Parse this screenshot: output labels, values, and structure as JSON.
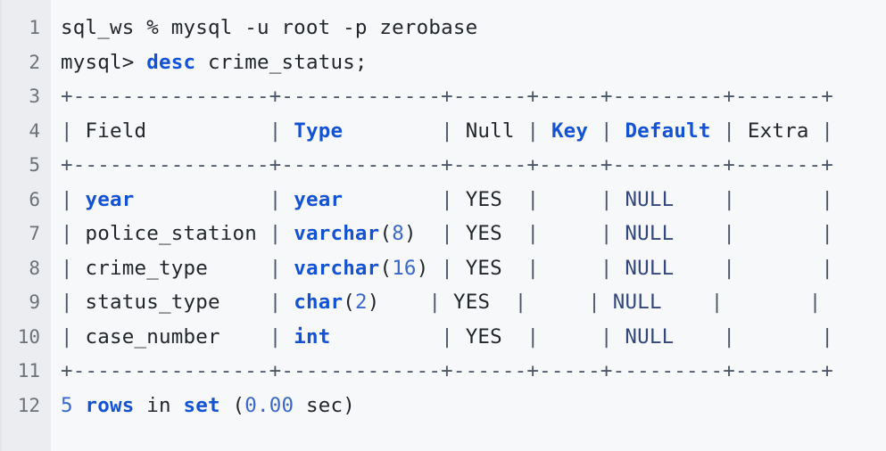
{
  "editor": {
    "language": "sql-console",
    "gutter_bg": "#ecedf0",
    "code_bg": "#f7f8fa",
    "keyword_color": "#1452d4",
    "number_color": "#3a68c8",
    "null_color": "#33477d",
    "text_color": "#22262b",
    "line_numbers": [
      "1",
      "2",
      "3",
      "4",
      "5",
      "6",
      "7",
      "8",
      "9",
      "10",
      "11",
      "12"
    ]
  },
  "terminal": {
    "prompt_shell": "sql_ws % ",
    "connect_command": "mysql -u root -p zerobase",
    "prompt_mysql": "mysql> ",
    "query_keyword": "desc",
    "query_object": " crime_status;",
    "result_footer": {
      "count": "5",
      "rows_label": "rows",
      "in_label": " in ",
      "set_label": "set",
      "open_paren": " (",
      "duration": "0.00",
      "unit": " sec)"
    }
  },
  "table": {
    "separator_top": "+----------------+-------------+------+-----+---------+-------+",
    "separator_mid": "+----------------+-------------+------+-----+---------+-------+",
    "separator_bottom": "+----------------+-------------+------+-----+---------+-------+",
    "headers": [
      {
        "label": "Field",
        "style": "plain"
      },
      {
        "label": "Type",
        "style": "keyword"
      },
      {
        "label": "Null",
        "style": "plain"
      },
      {
        "label": "Key",
        "style": "keyword"
      },
      {
        "label": "Default",
        "style": "keyword"
      },
      {
        "label": "Extra",
        "style": "plain"
      }
    ],
    "rows": [
      {
        "field": "year",
        "field_style": "keyword",
        "type_kw": "year",
        "type_arg": "",
        "null": "YES",
        "key": "",
        "default": "NULL",
        "extra": ""
      },
      {
        "field": "police_station",
        "field_style": "plain",
        "type_kw": "varchar",
        "type_arg": "8",
        "null": "YES",
        "key": "",
        "default": "NULL",
        "extra": ""
      },
      {
        "field": "crime_type",
        "field_style": "plain",
        "type_kw": "varchar",
        "type_arg": "16",
        "null": "YES",
        "key": "",
        "default": "NULL",
        "extra": ""
      },
      {
        "field": "status_type",
        "field_style": "plain",
        "type_kw": "char",
        "type_arg": "2",
        "null": "YES",
        "key": "",
        "default": "NULL",
        "extra": ""
      },
      {
        "field": "case_number",
        "field_style": "plain",
        "type_kw": "int",
        "type_arg": "",
        "null": "YES",
        "key": "",
        "default": "NULL",
        "extra": ""
      }
    ],
    "glyphs": {
      "pipe": "|",
      "lparen": "(",
      "rparen": ")"
    }
  }
}
